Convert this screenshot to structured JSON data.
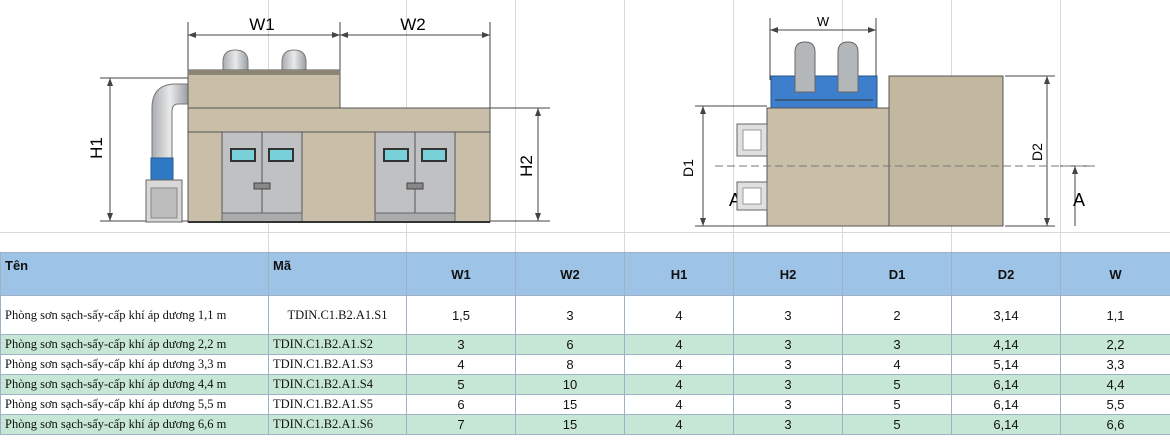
{
  "drawings": {
    "front_labels": {
      "w1": "W1",
      "w2": "W2",
      "h1": "H1",
      "h2": "H2"
    },
    "side_labels": {
      "w": "W",
      "d1": "D1",
      "d2": "D2",
      "a_left": "A",
      "a_right": "A"
    }
  },
  "table": {
    "headers": [
      "Tên",
      "Mã",
      "W1",
      "W2",
      "H1",
      "H2",
      "D1",
      "D2",
      "W"
    ],
    "rows": [
      {
        "name": "Phòng sơn sạch-sấy-cấp khí áp dương 1,1 m",
        "code": "TDIN.C1.B2.A1.S1",
        "w1": "1,5",
        "w2": "3",
        "h1": "4",
        "h2": "3",
        "d1": "2",
        "d2": "3,14",
        "w": "1,1"
      },
      {
        "name": "Phòng sơn sạch-sấy-cấp khí áp dương 2,2 m",
        "code": "TDIN.C1.B2.A1.S2",
        "w1": "3",
        "w2": "6",
        "h1": "4",
        "h2": "3",
        "d1": "3",
        "d2": "4,14",
        "w": "2,2"
      },
      {
        "name": "Phòng sơn sạch-sấy-cấp khí áp dương 3,3 m",
        "code": "TDIN.C1.B2.A1.S3",
        "w1": "4",
        "w2": "8",
        "h1": "4",
        "h2": "3",
        "d1": "4",
        "d2": "5,14",
        "w": "3,3"
      },
      {
        "name": "Phòng sơn sạch-sấy-cấp khí áp dương 4,4 m",
        "code": "TDIN.C1.B2.A1.S4",
        "w1": "5",
        "w2": "10",
        "h1": "4",
        "h2": "3",
        "d1": "5",
        "d2": "6,14",
        "w": "4,4"
      },
      {
        "name": "Phòng sơn sạch-sấy-cấp khí áp dương 5,5 m",
        "code": "TDIN.C1.B2.A1.S5",
        "w1": "6",
        "w2": "15",
        "h1": "4",
        "h2": "3",
        "d1": "5",
        "d2": "6,14",
        "w": "5,5"
      },
      {
        "name": "Phòng sơn sạch-sấy-cấp khí áp dương 6,6 m",
        "code": "TDIN.C1.B2.A1.S6",
        "w1": "7",
        "w2": "15",
        "h1": "4",
        "h2": "3",
        "d1": "5",
        "d2": "6,14",
        "w": "6,6"
      }
    ]
  }
}
